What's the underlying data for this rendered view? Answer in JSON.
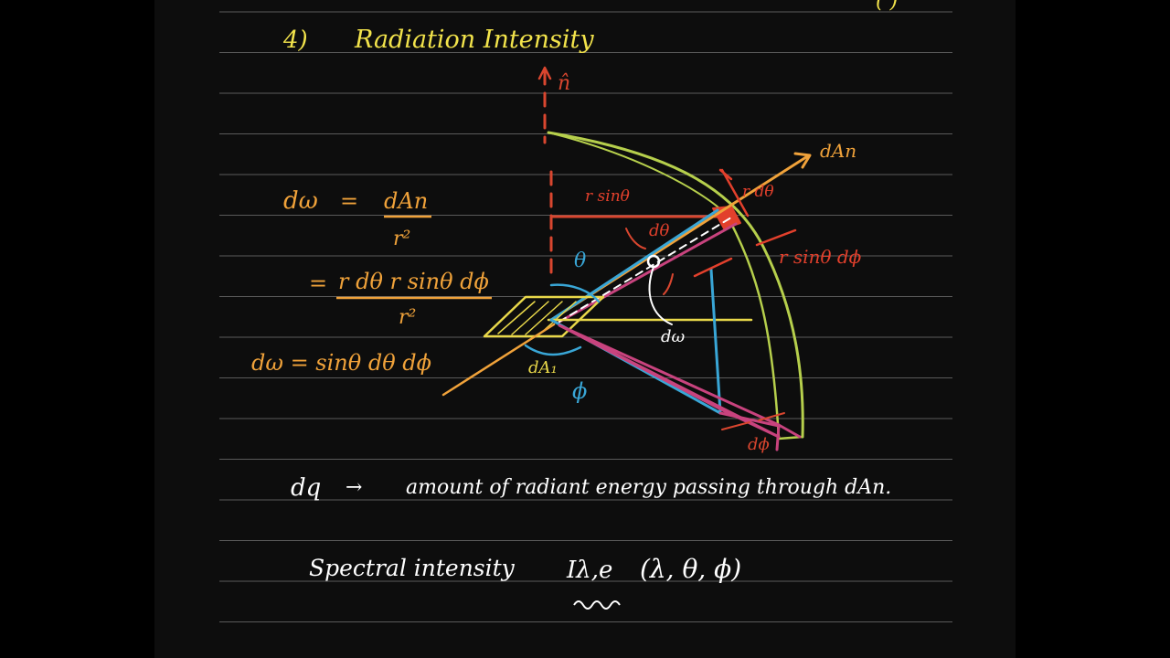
{
  "heading": {
    "number": "4)",
    "title": "Radiation Intensity"
  },
  "colors": {
    "background": "#000000",
    "paper": "#0d0d0d",
    "rule_line": "#5a5a5a",
    "heading": "#f2e34b",
    "equation": "#f0a23a",
    "normal_axis": "#d9462f",
    "annotation_red": "#e2402c",
    "sphere_green": "#b6cf4c",
    "blue": "#39a6d6",
    "magenta": "#c8437e",
    "white": "#ffffff",
    "yellow": "#e9d84a"
  },
  "equations": {
    "line1_lhs": "dω",
    "line1_eq": "=",
    "line1_num": "dAn",
    "line1_den": "r²",
    "line2_eq": "=",
    "line2_num": "r dθ r sinθ dϕ",
    "line2_den": "r²",
    "line3": "dω = sinθ dθ dϕ"
  },
  "diagram_labels": {
    "normal": "n̂",
    "dAn": "dAn",
    "r_sin_theta": "r sinθ",
    "r_dtheta": "r dθ",
    "r_sin_theta_dphi": "r sinθ dϕ",
    "dtheta": "dθ",
    "theta": "θ",
    "domega": "dω",
    "dA1": "dA₁",
    "phi": "ϕ",
    "dphi": "dϕ"
  },
  "notes": {
    "line1_symbol": "dq",
    "line1_arrow": "→",
    "line1_text": "amount of radiant energy passing through dAn.",
    "line2_text": "Spectral intensity",
    "line2_symbol": "Iλ,e",
    "line2_args": "(λ, θ, ϕ)"
  },
  "corner_mark": "(  )"
}
